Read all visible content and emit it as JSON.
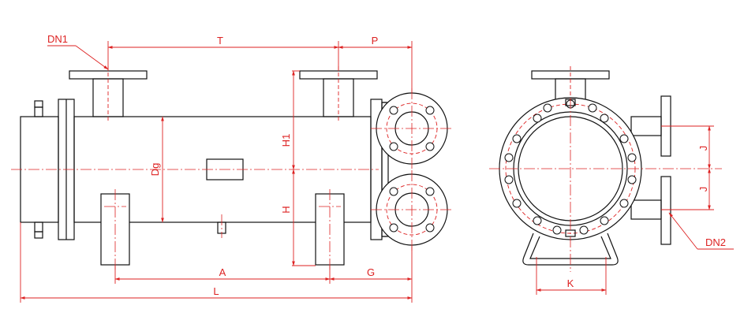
{
  "labels": {
    "dn1": "DN1",
    "dn2": "DN2",
    "t": "T",
    "p": "P",
    "h1": "H1",
    "h": "H",
    "dg": "Dg",
    "a": "A",
    "g": "G",
    "l": "L",
    "j_top": "J",
    "j_bottom": "J",
    "k": "K"
  },
  "colors": {
    "outline": "#111111",
    "dimension": "#dd2222"
  }
}
